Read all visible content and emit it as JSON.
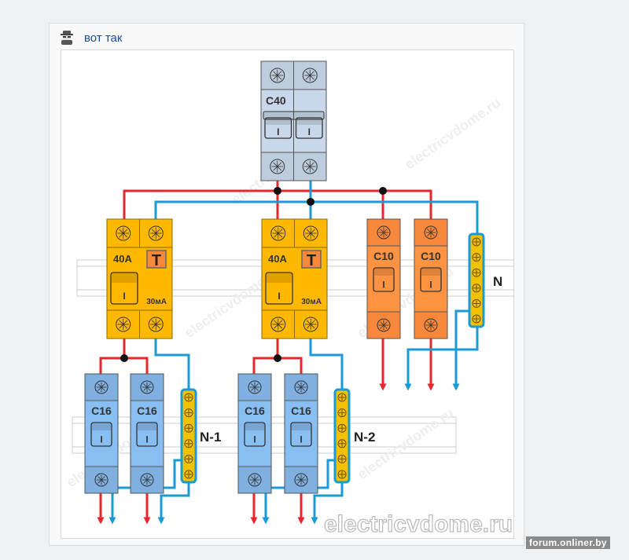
{
  "post": {
    "avatar_icon": "spy-avatar-icon",
    "title": "вот так"
  },
  "diagram": {
    "main_breaker": {
      "label": "C40",
      "color": "#c8d8ea"
    },
    "rcds": [
      {
        "rating": "40A",
        "test_label": "T",
        "sensitivity": "30мА"
      },
      {
        "rating": "40A",
        "test_label": "T",
        "sensitivity": "30мА"
      }
    ],
    "direct_breakers": [
      {
        "label": "C10"
      },
      {
        "label": "C10"
      }
    ],
    "group_breakers": [
      {
        "label": "C16"
      },
      {
        "label": "C16"
      },
      {
        "label": "C16"
      },
      {
        "label": "C16"
      }
    ],
    "neutral_buses": [
      {
        "label": "N"
      },
      {
        "label": "N-1"
      },
      {
        "label": "N-2"
      }
    ],
    "switch_mark": "I",
    "watermark": "electricvdome.ru",
    "colors": {
      "phase": "#e8262d",
      "neutral": "#1a9ad6",
      "rcd": "#ffb800",
      "direct_breaker": "#f7883c",
      "group_breaker": "#7fb0e0",
      "bus": "#f2c200"
    }
  },
  "footer": {
    "credit": "forum.onliner.by"
  }
}
